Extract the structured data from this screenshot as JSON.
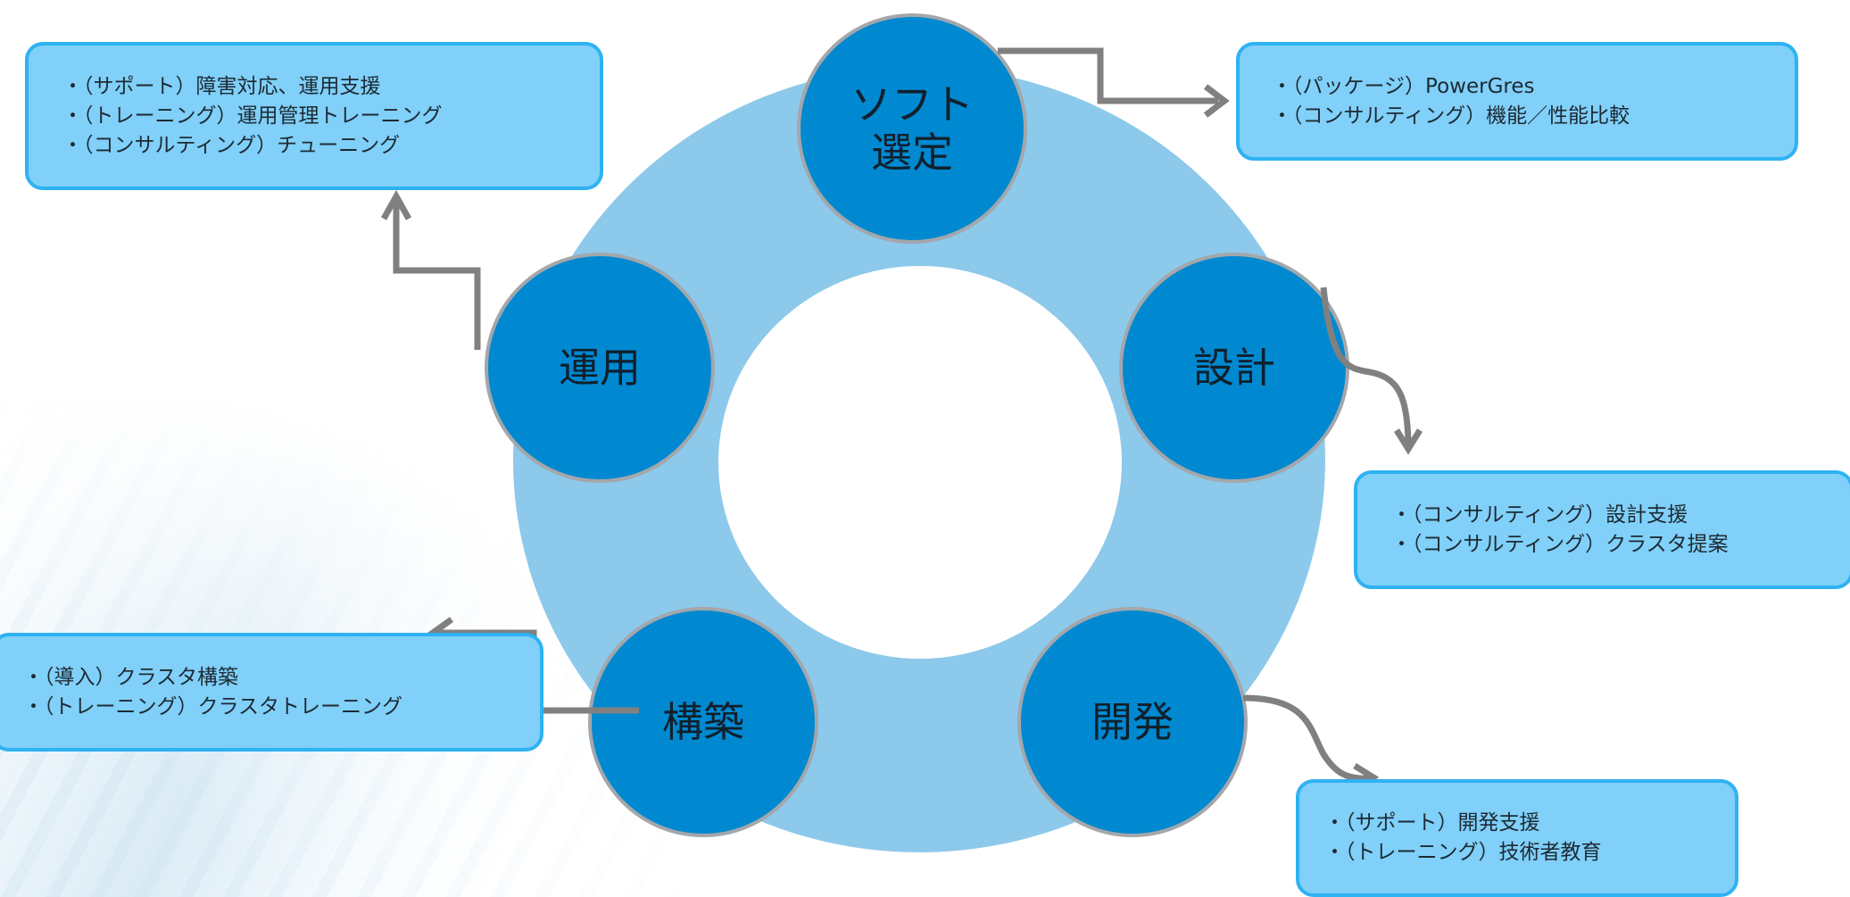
{
  "cycle": {
    "stages": [
      {
        "id": "software-selection",
        "label": "ソフト\n選定"
      },
      {
        "id": "design",
        "label": "設計"
      },
      {
        "id": "development",
        "label": "開発"
      },
      {
        "id": "construction",
        "label": "構築"
      },
      {
        "id": "operation",
        "label": "運用"
      }
    ]
  },
  "boxes": {
    "software_selection": {
      "items": [
        "・（パッケージ）PowerGres",
        "・（コンサルティング）機能／性能比較"
      ]
    },
    "design": {
      "items": [
        "・（コンサルティング）設計支援",
        "・（コンサルティング）クラスタ提案"
      ]
    },
    "development": {
      "items": [
        "・（サポート）開発支援",
        "・（トレーニング）技術者教育"
      ]
    },
    "construction": {
      "items": [
        "・（導入）クラスタ構築",
        "・（トレーニング）クラスタトレーニング"
      ]
    },
    "operation": {
      "items": [
        "・（サポート）障害対応、運用支援",
        "・（トレーニング）運用管理トレーニング",
        "・（コンサルティング）チューニング"
      ]
    }
  },
  "colors": {
    "ring": "#8dc9ea",
    "stage_fill": "#0089d1",
    "stage_border": "#a3a7ab",
    "box_fill": "#80d0f9",
    "box_border": "#2eb2f2",
    "connector": "#808080"
  }
}
